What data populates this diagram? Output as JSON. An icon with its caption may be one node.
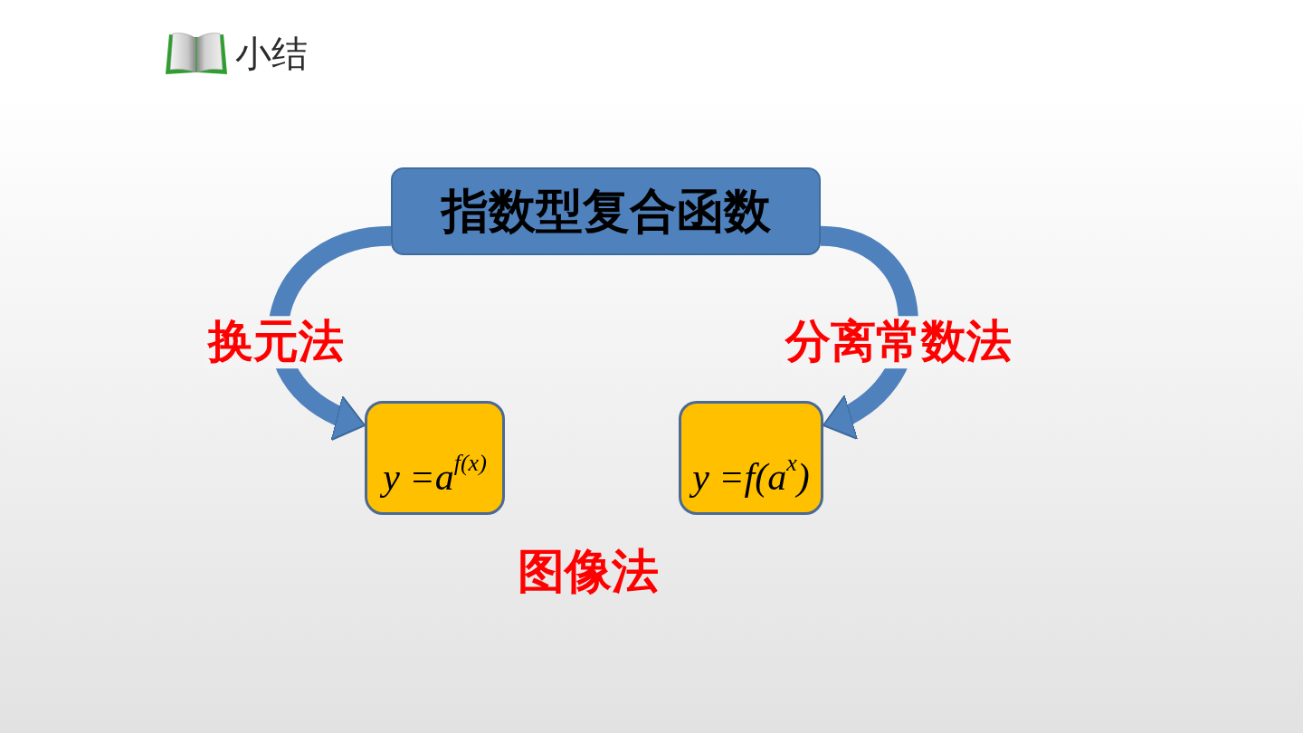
{
  "diagram": {
    "title": "小结",
    "nodes": [
      {
        "text": [
          "指数型复合函数"
        ]
      },
      {
        "text": [
          "y =a$^{f(x)}$"
        ]
      },
      {
        "text": [
          "y =f(a$^{x}$)"
        ]
      }
    ],
    "edges": [
      {
        "from": 0,
        "to": 1,
        "arrow": "to",
        "label": "换元法"
      },
      {
        "from": 0,
        "to": 2,
        "arrow": "to",
        "label": "分离常数法"
      }
    ],
    "labels": [
      "图像法"
    ]
  }
}
